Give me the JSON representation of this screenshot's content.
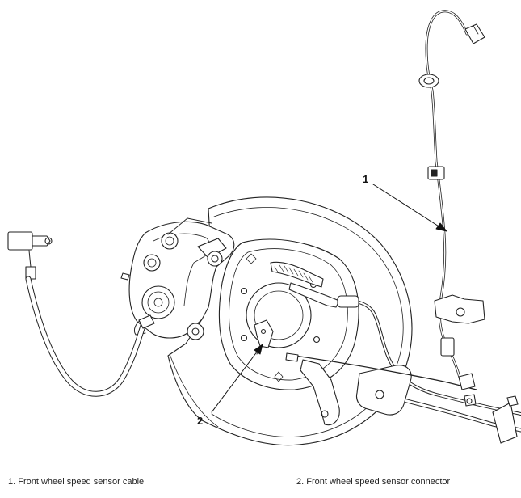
{
  "callouts": [
    {
      "id": "1"
    },
    {
      "id": "2"
    }
  ],
  "legend": [
    {
      "text": "1. Front wheel speed sensor cable"
    },
    {
      "text": "2. Front wheel speed sensor connector"
    }
  ],
  "colors": {
    "line": "#222222",
    "fill": "#ffffff",
    "shade": "#dcdcdc"
  }
}
